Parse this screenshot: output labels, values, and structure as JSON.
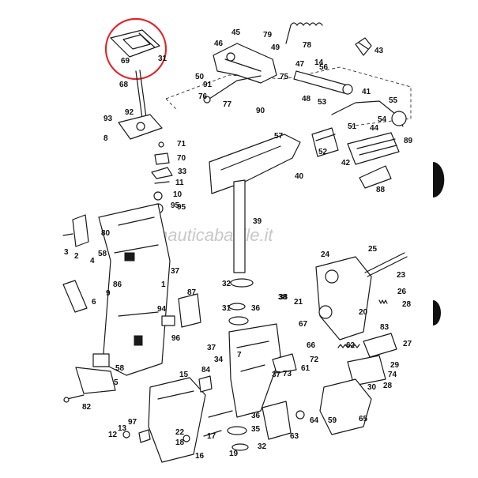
{
  "watermark": "nauticabasile.it",
  "colors": {
    "ink": "#1a1a1a",
    "highlight": "#e0262b",
    "tab": "#111111",
    "watermark": "#c8c8c8"
  },
  "callouts": [
    "45",
    "79",
    "78",
    "46",
    "49",
    "43",
    "69",
    "31",
    "50",
    "75",
    "47",
    "14",
    "91",
    "55",
    "56",
    "95",
    "76",
    "77",
    "90",
    "48",
    "53",
    "68",
    "41",
    "54",
    "51",
    "44",
    "92",
    "93",
    "8",
    "57",
    "52",
    "89",
    "71",
    "70",
    "33",
    "40",
    "42",
    "11",
    "88",
    "10",
    "95",
    "39",
    "80",
    "3",
    "2",
    "58",
    "4",
    "37",
    "9",
    "86",
    "6",
    "32",
    "31",
    "36",
    "38",
    "21",
    "25",
    "24",
    "23",
    "26",
    "20",
    "28",
    "83",
    "87",
    "94",
    "1",
    "96",
    "37",
    "67",
    "66",
    "62",
    "27",
    "37",
    "73",
    "72",
    "61",
    "74",
    "84",
    "15",
    "58",
    "5",
    "82",
    "97",
    "13",
    "12",
    "22",
    "18",
    "17",
    "16",
    "19",
    "36",
    "35",
    "32",
    "63",
    "64",
    "59",
    "65",
    "30",
    "28",
    "29",
    "7",
    "34",
    "38"
  ]
}
